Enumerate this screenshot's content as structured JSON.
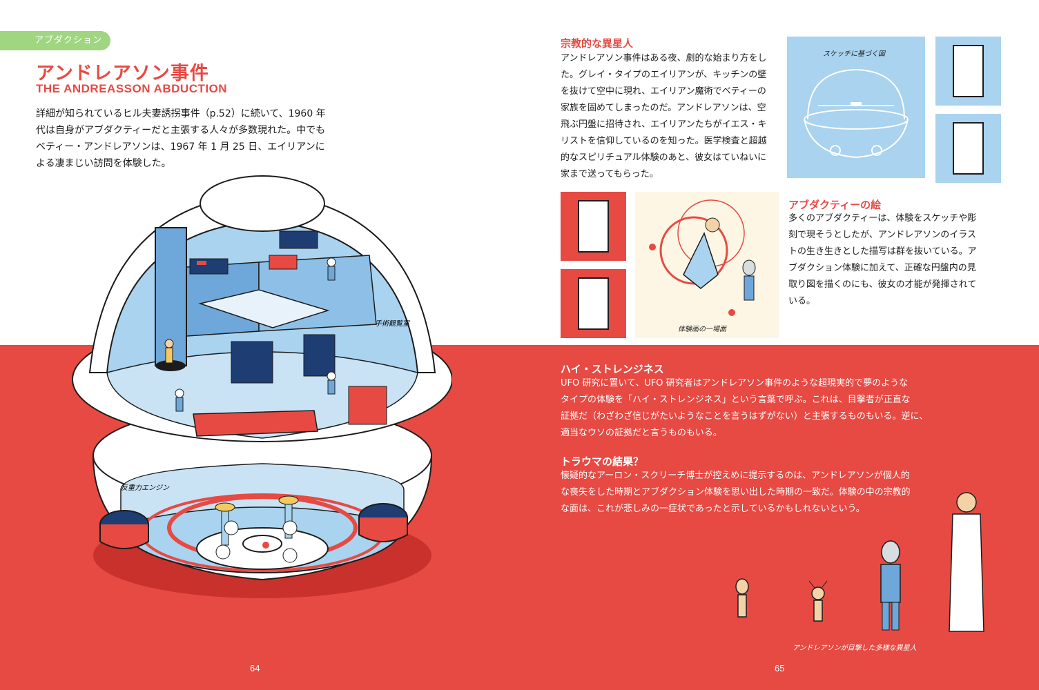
{
  "left_page": {
    "section_tag": "アブダクション",
    "title": "アンドレアソン事件",
    "subtitle": "THE ANDREASSON ABDUCTION",
    "intro_lines": [
      "詳細が知られているヒル夫妻誘拐事件（p.52）に続いて、1960 年",
      "代は自身がアブダクティーだと主張する人々が多数現れた。中でも",
      "ベティー・アンドレアソンは、1967 年 1 月 25 日、エイリアンに",
      "よる凄まじい訪問を体験した。"
    ],
    "labels": {
      "surgery_room": "手術観覧室",
      "engine": "反重力エンジン"
    },
    "page_number": "64"
  },
  "right_page": {
    "religious": {
      "heading": "宗教的な異星人",
      "lines": [
        "アンドレアソン事件はある夜、劇的な始まり方をし",
        "た。グレイ・タイプのエイリアンが、キッチンの壁",
        "を抜けて空中に現れ、エイリアン魔術でベティーの",
        "家族を固めてしまったのだ。アンドレアソンは、空",
        "飛ぶ円盤に招待され、エイリアンたちがイエス・キ",
        "リストを信仰しているのを知った。医学検査と超越",
        "的なスピリチュアル体験のあと、彼女はていねいに",
        "家まで送ってもらった。"
      ]
    },
    "sketch_caption": "スケッチに基づく図",
    "scene_caption": "体験画の一場面",
    "art": {
      "heading": "アブダクティーの絵",
      "lines": [
        "多くのアブダクティーは、体験をスケッチや彫",
        "刻で現そうとしたが、アンドレアソンのイラス",
        "トの生き生きとした描写は群を抜いている。ア",
        "ブダクション体験に加えて、正確な円盤内の見",
        "取り図を描くのにも、彼女の才能が発揮されて",
        "いる。"
      ]
    },
    "high_strangeness": {
      "heading": "ハイ・ストレンジネス",
      "lines": [
        "UFO 研究に置いて、UFO 研究者はアンドレアソン事件のような超現実的で夢のような",
        "タイプの体験を「ハイ・ストレンジネス」という言葉で呼ぶ。これは、目撃者が正直な",
        "証拠だ（わざわざ信じがたいようなことを言うはずがない）と主張するものもいる。逆に、",
        "適当なウソの証拠だと言うものもいる。"
      ]
    },
    "trauma": {
      "heading": "トラウマの結果？",
      "lines": [
        "懐疑的なアーロン・スクリーチ博士が控えめに提示するのは、アンドレアソンが個人的",
        "な喪失をした時期とアブダクション体験を思い出した時期の一致だ。体験の中の宗教的",
        "な面は、これが悲しみの一症状であったと示しているかもしれないという。"
      ]
    },
    "aliens_caption": "アンドレアソンが目撃した多様な異星人",
    "page_number": "65"
  },
  "colors": {
    "red": "#e64a43",
    "light_blue": "#a9d3ef",
    "mid_blue": "#6ea7d9",
    "navy": "#1e3d72",
    "green_tag": "#9fd67f",
    "cream": "#fdf6e4"
  }
}
